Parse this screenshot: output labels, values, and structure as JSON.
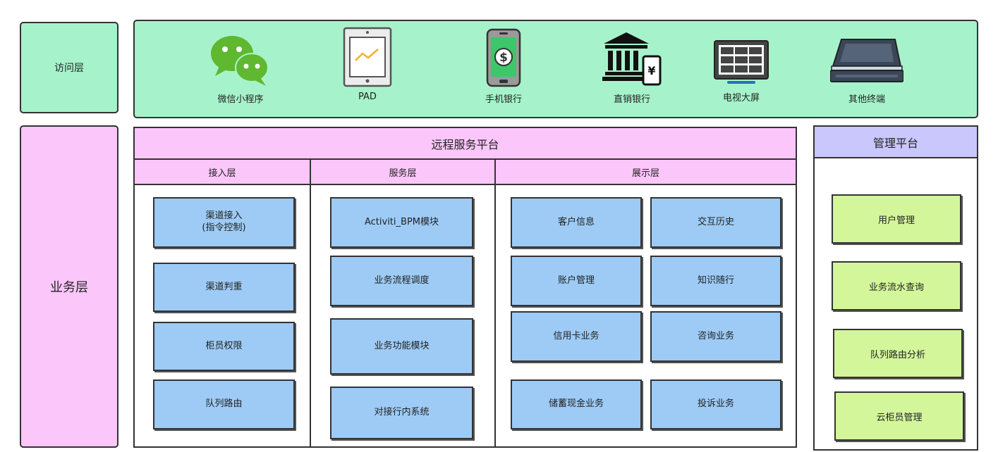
{
  "layers": {
    "access": "访问层",
    "business": "业务层"
  },
  "access_items": [
    {
      "label": "微信小程序",
      "icon": "wechat-icon"
    },
    {
      "label": "PAD",
      "icon": "tablet-icon"
    },
    {
      "label": "手机银行",
      "icon": "mobile-bank-icon"
    },
    {
      "label": "直销银行",
      "icon": "bank-building-icon"
    },
    {
      "label": "电视大屏",
      "icon": "tv-screen-icon"
    },
    {
      "label": "其他终端",
      "icon": "terminal-device-icon"
    }
  ],
  "remote": {
    "title": "远程服务平台",
    "access_layer": {
      "title": "接入层",
      "items": [
        "渠道接入\n(指令控制)",
        "渠道判重",
        "柜员权限",
        "队列路由"
      ]
    },
    "service_layer": {
      "title": "服务层",
      "items": [
        "Activiti_BPM模块",
        "业务流程调度",
        "业务功能模块",
        "对接行内系统"
      ]
    },
    "display_layer": {
      "title": "展示层",
      "items": [
        "客户信息",
        "交互历史",
        "账户管理",
        "知识随行",
        "信用卡业务",
        "咨询业务",
        "储蓄现金业务",
        "投诉业务"
      ]
    }
  },
  "management": {
    "title": "管理平台",
    "items": [
      "用户管理",
      "业务流水查询",
      "队列路由分析",
      "云柜员管理"
    ]
  },
  "colors": {
    "access_green": "#a6f3cb",
    "business_pink": "#fbc6fa",
    "module_blue": "#9dcbf5",
    "management_purple": "#c9c7fb",
    "management_green": "#d3f69b"
  }
}
